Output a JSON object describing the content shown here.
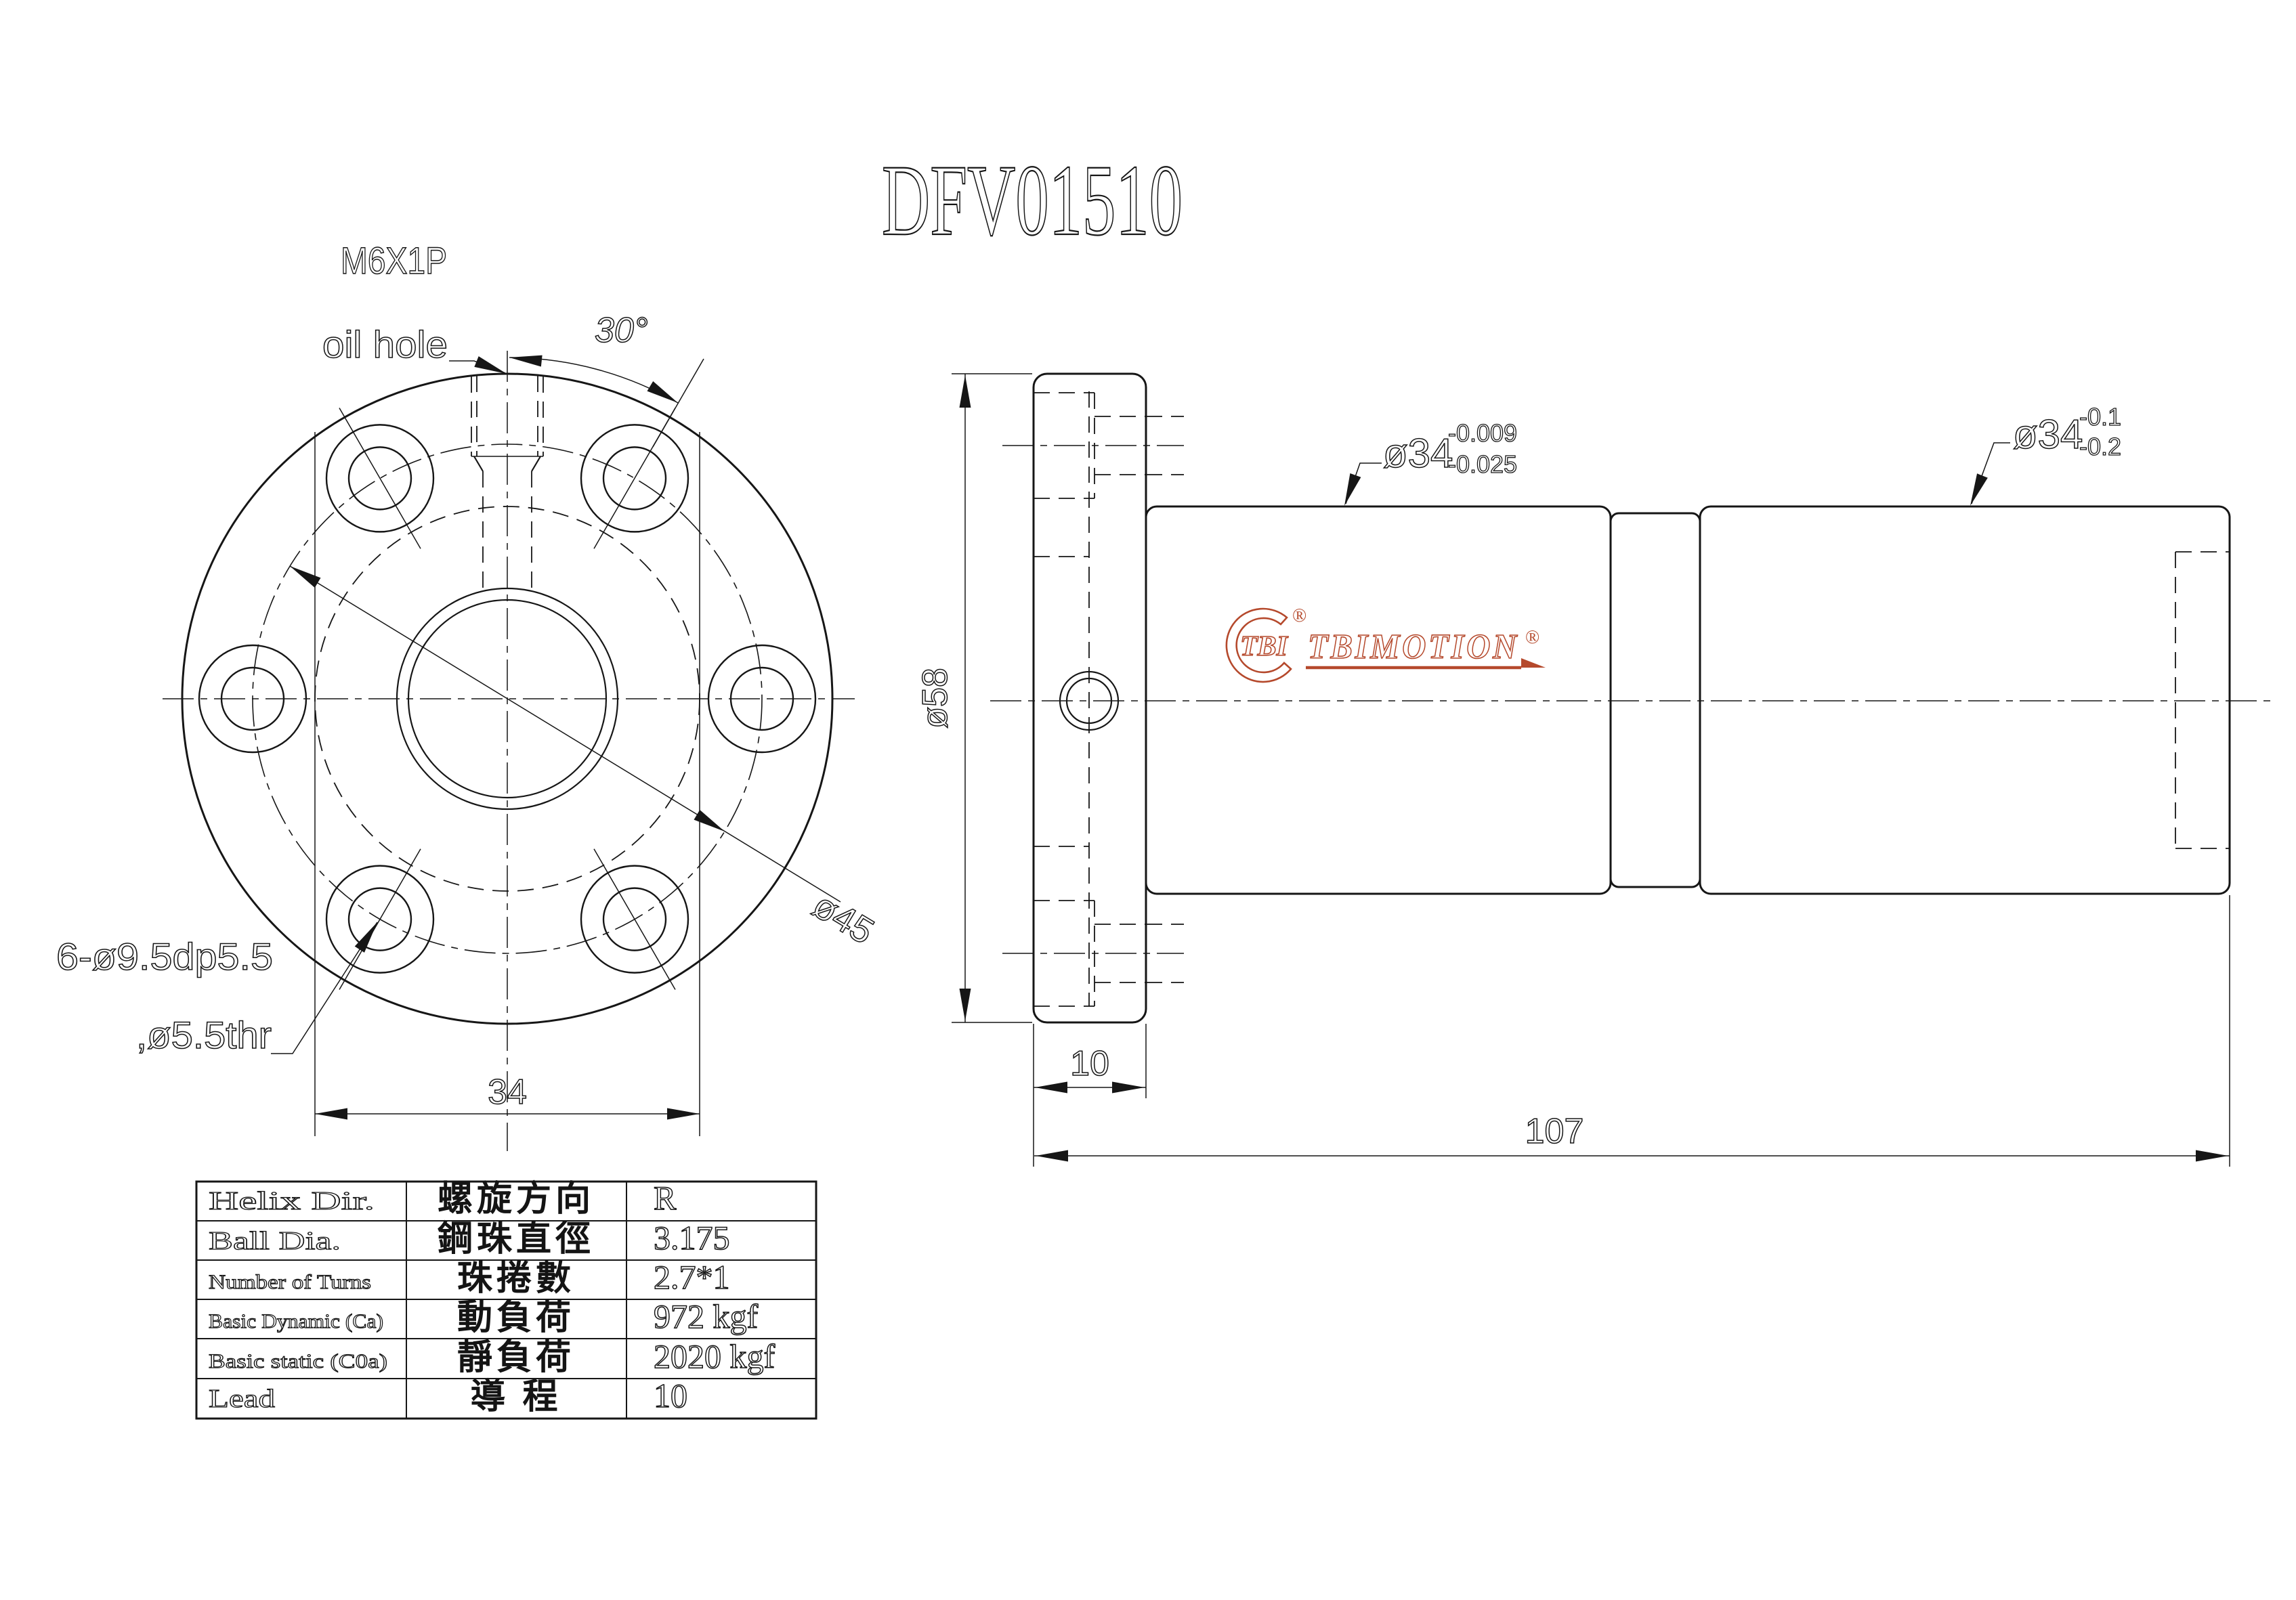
{
  "title": "DFV01510",
  "front_view": {
    "oil_hole_label": {
      "line1": "M6X1P",
      "line2": "oil hole"
    },
    "angle_dim": "30°",
    "bolt_circle_dim": "ø45",
    "flange_width_dim": "34",
    "bolt_holes_note": {
      "line1": "6-ø9.5dp5.5",
      "line2": ",ø5.5thr"
    }
  },
  "side_view": {
    "flange_od_dim": "ø58",
    "flange_thickness_dim": "10",
    "overall_length_dim": "107",
    "body_dia": {
      "value": "ø34",
      "tol_upper": "-0.009",
      "tol_lower": "-0.025"
    },
    "end_dia": {
      "value": "ø34",
      "tol_upper": "-0.1",
      "tol_lower": "-0.2"
    }
  },
  "logo": {
    "emblem": "TBI",
    "brand": "TBIMOTION",
    "reg": "®",
    "color": "#b5492c"
  },
  "spec_table": {
    "rows": [
      {
        "en": "Helix  Dir.",
        "zh": "螺旋方向",
        "value": "R"
      },
      {
        "en": "Ball Dia.",
        "zh": "鋼珠直徑",
        "value": "3.175"
      },
      {
        "en": "Number of Turns",
        "zh": "珠捲數",
        "value": "2.7*1"
      },
      {
        "en": "Basic Dynamic (Ca)",
        "zh": "動負荷",
        "value": "972 kgf"
      },
      {
        "en": "Basic static (C0a)",
        "zh": "靜負荷",
        "value": "2020 kgf"
      },
      {
        "en": "Lead",
        "zh": "導  程",
        "value": "10"
      }
    ]
  },
  "colors": {
    "ink": "#161616",
    "background": "#ffffff"
  }
}
